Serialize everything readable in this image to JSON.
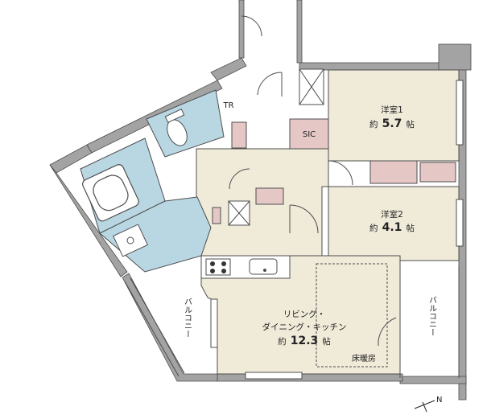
{
  "rooms": {
    "western1": {
      "name": "洋室1",
      "prefix": "約",
      "size": "5.7",
      "unit": "帖"
    },
    "western2": {
      "name": "洋室2",
      "prefix": "約",
      "size": "4.1",
      "unit": "帖"
    },
    "ldk": {
      "line1": "リビング・",
      "line2": "ダイニング・キッチン",
      "prefix": "約",
      "size": "12.3",
      "unit": "帖"
    }
  },
  "labels": {
    "sic": "SIC",
    "tr": "TR",
    "floor_heating": "床暖房",
    "balcony_left": "バルコニー",
    "balcony_right": "バルコニー",
    "north": "N"
  },
  "colors": {
    "room": "#f0ead9",
    "wet": "#b9d7e3",
    "closet": "#e5c7c6",
    "wall": "#a3a3a3",
    "outline": "#4d4d4d"
  }
}
